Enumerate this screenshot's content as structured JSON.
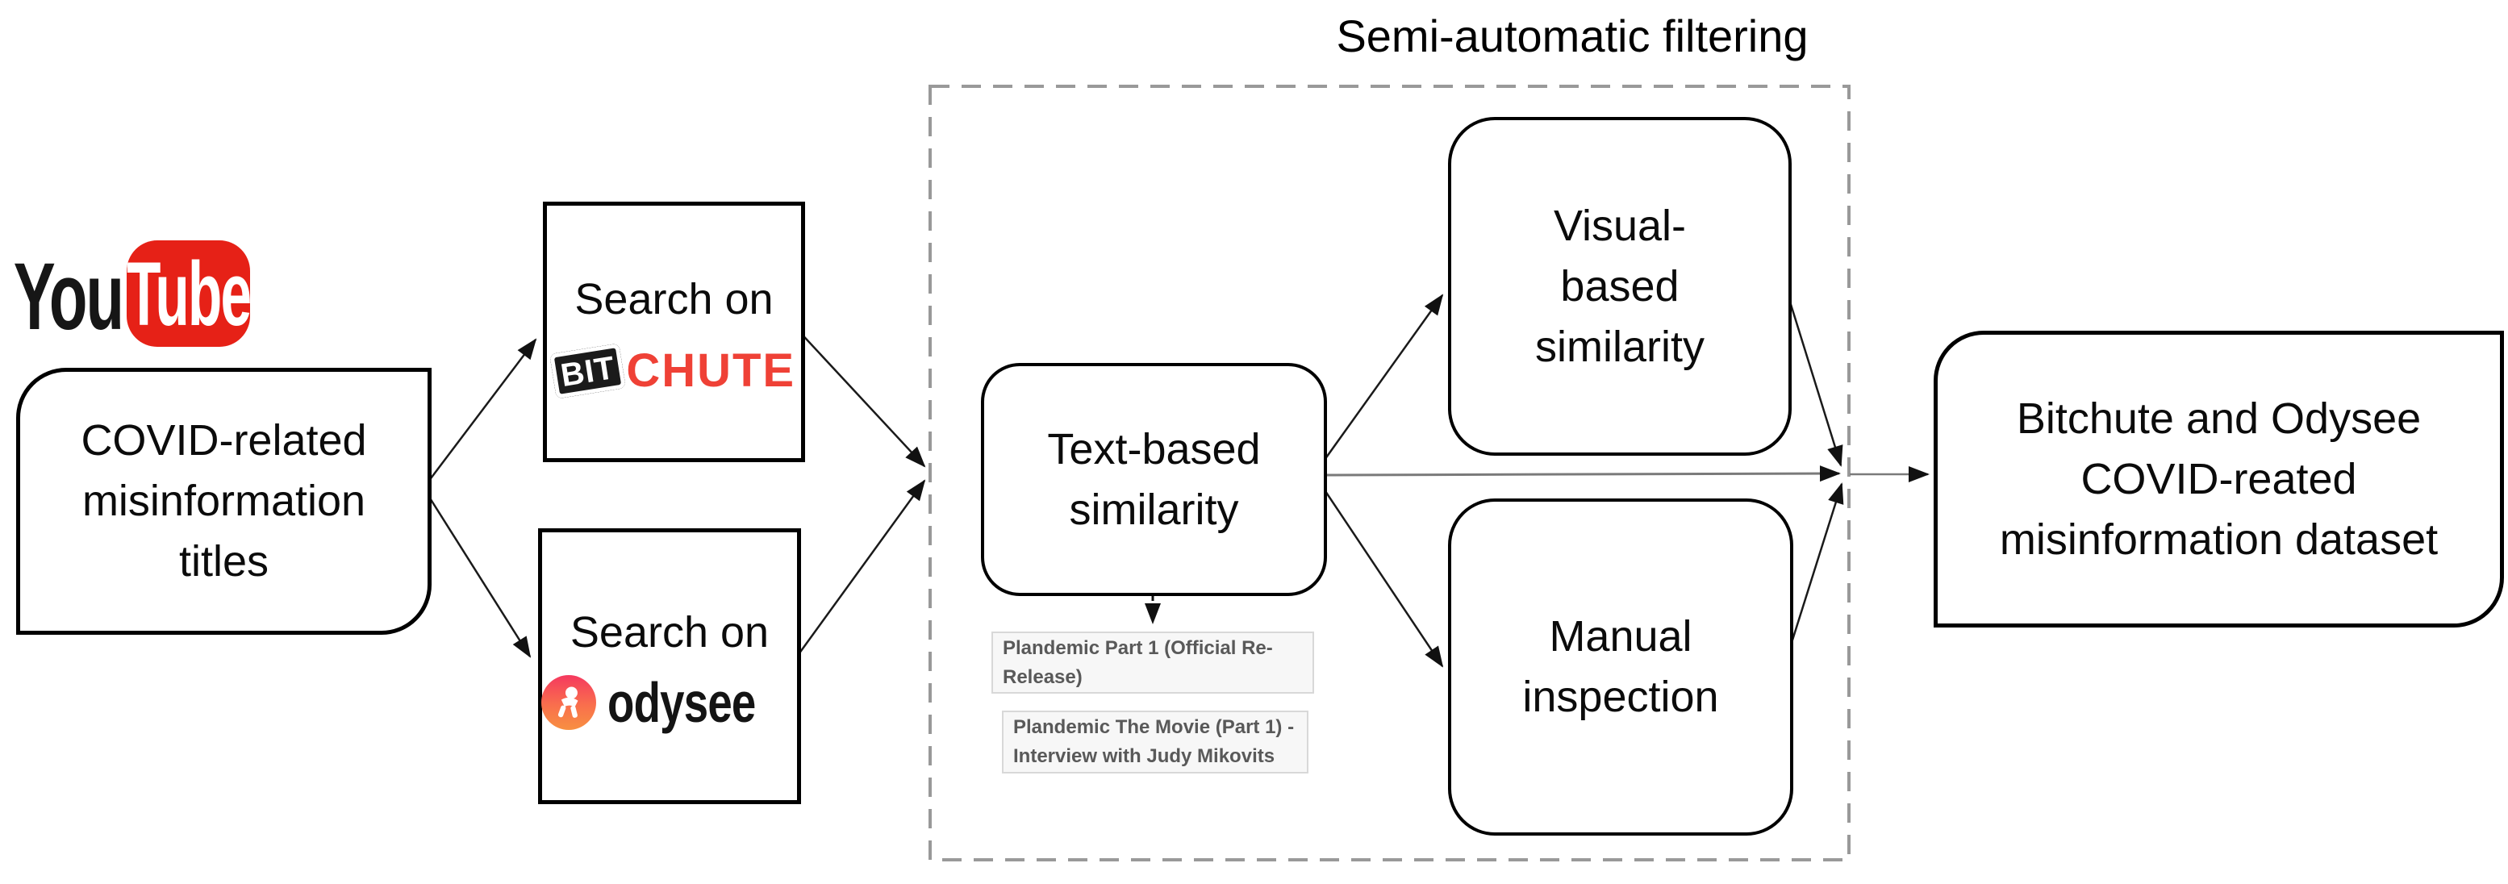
{
  "title": "Semi-automatic filtering",
  "youtube": {
    "you": "You",
    "tube": "Tube"
  },
  "boxes": {
    "covid_titles": {
      "lines": [
        "COVID-related",
        "misinformation",
        "titles"
      ]
    },
    "search_bitchute": {
      "label": "Search on",
      "bit": "BIT",
      "chute": "CHUTE"
    },
    "search_odysee": {
      "label": "Search on",
      "odysee": "odysee"
    },
    "text_based": {
      "lines": [
        "Text-based",
        "similarity"
      ]
    },
    "visual_based": {
      "lines": [
        "Visual-",
        "based",
        "similarity"
      ]
    },
    "manual_inspection": {
      "lines": [
        "Manual",
        "inspection"
      ]
    },
    "dataset": {
      "lines": [
        "Bitchute and Odysee",
        "COVID-reated",
        "misinformation dataset"
      ]
    }
  },
  "snippets": {
    "first": {
      "lines": [
        "Plandemic Part 1 (Official Re-",
        "Release)"
      ]
    },
    "second": {
      "lines": [
        "Plandemic The Movie (Part 1) -",
        "Interview with Judy Mikovits"
      ]
    }
  },
  "colors": {
    "youtube_red": "#e62117",
    "bitchute_red": "#ef4136",
    "bitchute_black": "#1b1b1b",
    "odysee_gradient_top": "#f5395f",
    "odysee_gradient_bottom": "#f89041",
    "snippet_text": "#595959",
    "snippet_background": "#f7f7f7",
    "dashed_border": "#999999",
    "box_border": "#000000"
  }
}
